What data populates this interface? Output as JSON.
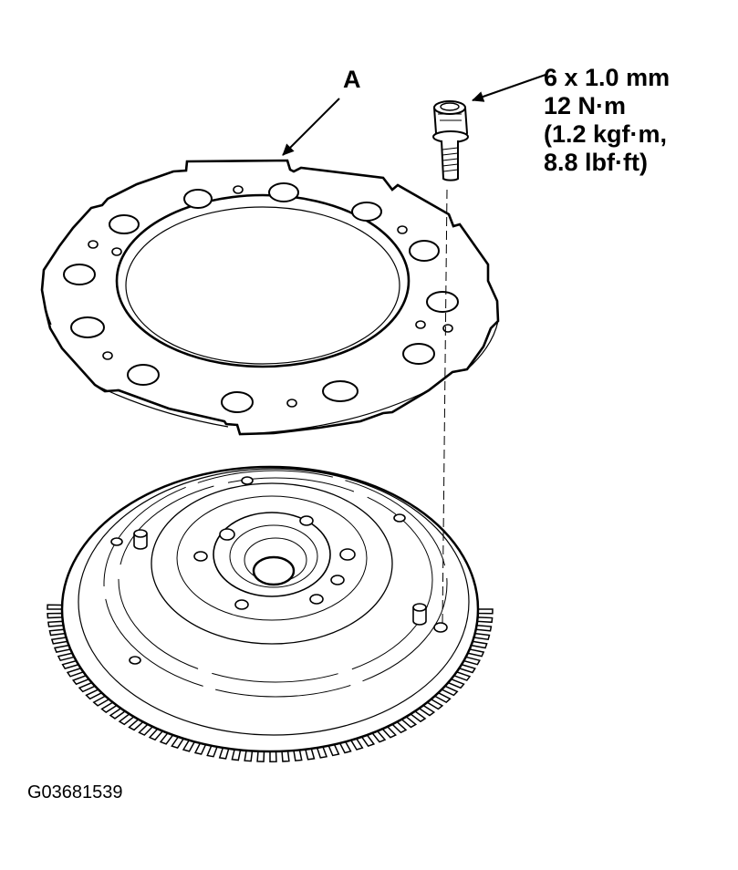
{
  "callout": {
    "label": "A"
  },
  "fastener_spec": {
    "size": "6 x 1.0 mm",
    "torque_nm": "12 N·m",
    "torque_kgf": "(1.2 kgf·m,",
    "torque_lbf": "8.8 lbf·ft)"
  },
  "figure_id": "G03681539",
  "colors": {
    "ink": "#000000",
    "background": "#ffffff"
  },
  "parts": [
    {
      "name": "drive plate spacer",
      "callout": "A"
    },
    {
      "name": "flange bolt"
    },
    {
      "name": "flywheel with ring gear"
    }
  ]
}
